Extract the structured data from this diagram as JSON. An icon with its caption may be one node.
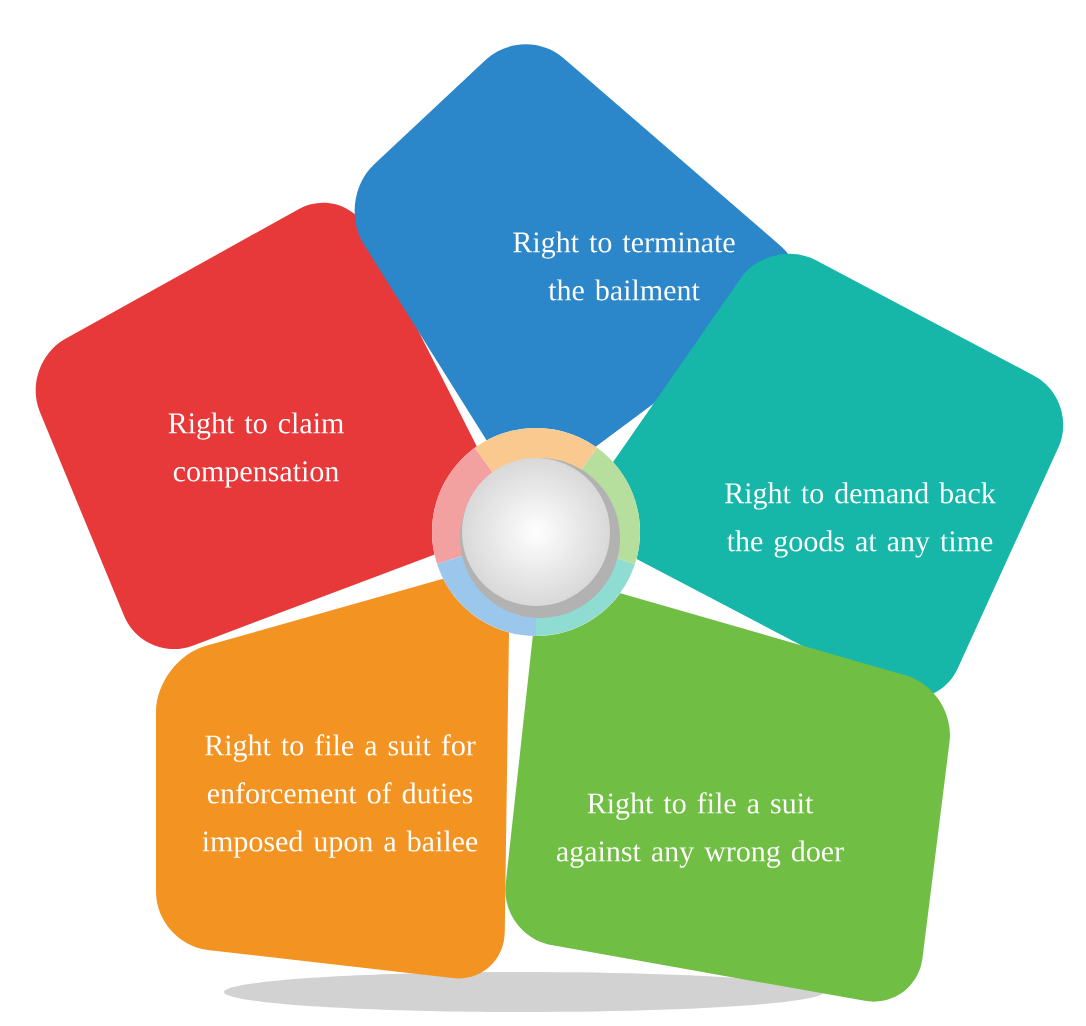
{
  "diagram": {
    "nodes": [
      {
        "text": [
          "Right to terminate the bailment"
        ]
      },
      {
        "text": [
          "Right to demand back the goods at any time"
        ]
      },
      {
        "text": [
          "Right to file a suit against any wrong doer"
        ]
      },
      {
        "text": [
          "Right to file a suit for enforcement of duties imposed upon a bailee"
        ]
      },
      {
        "text": [
          "Right to claim compensation"
        ]
      }
    ]
  }
}
